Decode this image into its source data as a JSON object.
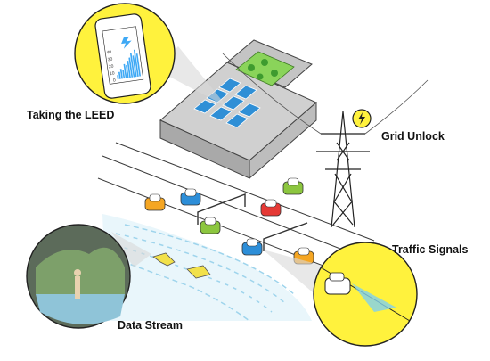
{
  "callouts": {
    "leed": "Taking the LEED",
    "grid": "Grid Unlock",
    "traffic": "Traffic Signals",
    "data": "Data Stream"
  },
  "phone_chart": {
    "y_ticks": [
      "40",
      "30",
      "20",
      "10",
      "0"
    ],
    "bar_heights": [
      0.15,
      0.25,
      0.35,
      0.3,
      0.5,
      0.45,
      0.6,
      0.7,
      0.85,
      0.75,
      0.95,
      0.8
    ]
  },
  "colors": {
    "callout_fill": "#fff23d",
    "road_line": "#3a3a3a",
    "water": "#bfe3f2",
    "building_roof": "#c9c9c9",
    "building_side": "#a9a9a9",
    "solar_panel": "#2f8fd6",
    "green_roof": "#8ad45a",
    "car_orange": "#f5a623",
    "car_blue": "#2d8ed8",
    "car_red": "#e53935",
    "car_green": "#8cc63f",
    "accent_blue": "#3fa9f5"
  },
  "icons": {
    "grid": "lightning-bolt-icon",
    "phone": "smartphone-icon",
    "traffic_camera": "traffic-camera-icon"
  }
}
